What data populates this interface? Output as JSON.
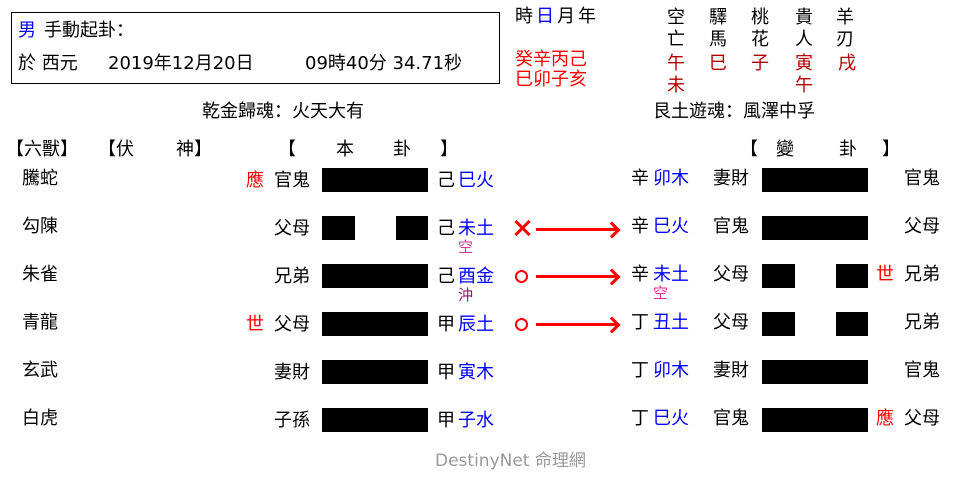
{
  "header": {
    "gender": "男",
    "title": "手動起卦：",
    "date_prefix": "於 西元",
    "date": "2019年12月20日",
    "time": "09時40分 34.71秒"
  },
  "pillars": {
    "labels": [
      "時",
      "日",
      "月",
      "年"
    ],
    "stems": "癸辛丙己",
    "branches": "巳卯子亥"
  },
  "shensha": {
    "columns": [
      {
        "name": [
          "空",
          "亡"
        ],
        "values": [
          "午",
          "未"
        ]
      },
      {
        "name": [
          "驛",
          "馬"
        ],
        "values": [
          "巳"
        ]
      },
      {
        "name": [
          "桃",
          "花"
        ],
        "values": [
          "子"
        ]
      },
      {
        "name": [
          "貴",
          "人"
        ],
        "values": [
          "寅",
          "午"
        ]
      },
      {
        "name": [
          "羊",
          "刃"
        ],
        "values": [
          "戌"
        ]
      }
    ]
  },
  "hexagrams": {
    "main_name": "乾金歸魂：火天大有",
    "changed_name": "艮土遊魂：風澤中孚"
  },
  "column_headers": {
    "six_beasts": "【六獸】",
    "hidden_spirit_open": "【伏",
    "hidden_spirit_close": "神】",
    "main_open": "【",
    "main_c1": "本",
    "main_c2": "卦",
    "main_close": "】",
    "changed_open": "【",
    "changed_c1": "變",
    "changed_c2": "卦",
    "changed_close": "】"
  },
  "lines": [
    {
      "beast": "騰蛇",
      "main_mark": "應",
      "main_relation": "官鬼",
      "main_type": "yang",
      "main_stem": "己",
      "main_branch": "巳火",
      "main_note": "",
      "move": "",
      "changed_stem": "辛",
      "changed_branch": "卯木",
      "changed_note": "",
      "changed_relation": "妻財",
      "changed_type": "yang",
      "changed_mark": "",
      "changed_relation_right": "官鬼"
    },
    {
      "beast": "勾陳",
      "main_mark": "",
      "main_relation": "父母",
      "main_type": "yin",
      "main_stem": "己",
      "main_branch": "未土",
      "main_note": "空",
      "move": "x",
      "changed_stem": "辛",
      "changed_branch": "巳火",
      "changed_note": "",
      "changed_relation": "官鬼",
      "changed_type": "yang",
      "changed_mark": "",
      "changed_relation_right": "父母"
    },
    {
      "beast": "朱雀",
      "main_mark": "",
      "main_relation": "兄弟",
      "main_type": "yang",
      "main_stem": "己",
      "main_branch": "酉金",
      "main_note": "沖",
      "move": "o",
      "changed_stem": "辛",
      "changed_branch": "未土",
      "changed_note": "空",
      "changed_relation": "父母",
      "changed_type": "yin",
      "changed_mark": "世",
      "changed_relation_right": "兄弟"
    },
    {
      "beast": "青龍",
      "main_mark": "世",
      "main_relation": "父母",
      "main_type": "yang",
      "main_stem": "甲",
      "main_branch": "辰土",
      "main_note": "",
      "move": "o",
      "changed_stem": "丁",
      "changed_branch": "丑土",
      "changed_note": "",
      "changed_relation": "父母",
      "changed_type": "yin",
      "changed_mark": "",
      "changed_relation_right": "兄弟"
    },
    {
      "beast": "玄武",
      "main_mark": "",
      "main_relation": "妻財",
      "main_type": "yang",
      "main_stem": "甲",
      "main_branch": "寅木",
      "main_note": "",
      "move": "",
      "changed_stem": "丁",
      "changed_branch": "卯木",
      "changed_note": "",
      "changed_relation": "妻財",
      "changed_type": "yang",
      "changed_mark": "",
      "changed_relation_right": "官鬼"
    },
    {
      "beast": "白虎",
      "main_mark": "",
      "main_relation": "子孫",
      "main_type": "yang",
      "main_stem": "甲",
      "main_branch": "子水",
      "main_note": "",
      "move": "",
      "changed_stem": "丁",
      "changed_branch": "巳火",
      "changed_note": "",
      "changed_relation": "官鬼",
      "changed_type": "yang",
      "changed_mark": "應",
      "changed_relation_right": "父母"
    }
  ],
  "footer": "DestinyNet 命理網",
  "colors": {
    "accent_blue": "#0000ff",
    "marker_red": "#ff0000",
    "shensha_red": "#b00000",
    "void_pink": "#e0309a",
    "clash_purple": "#8b1a7a",
    "footer_gray": "#999999"
  }
}
